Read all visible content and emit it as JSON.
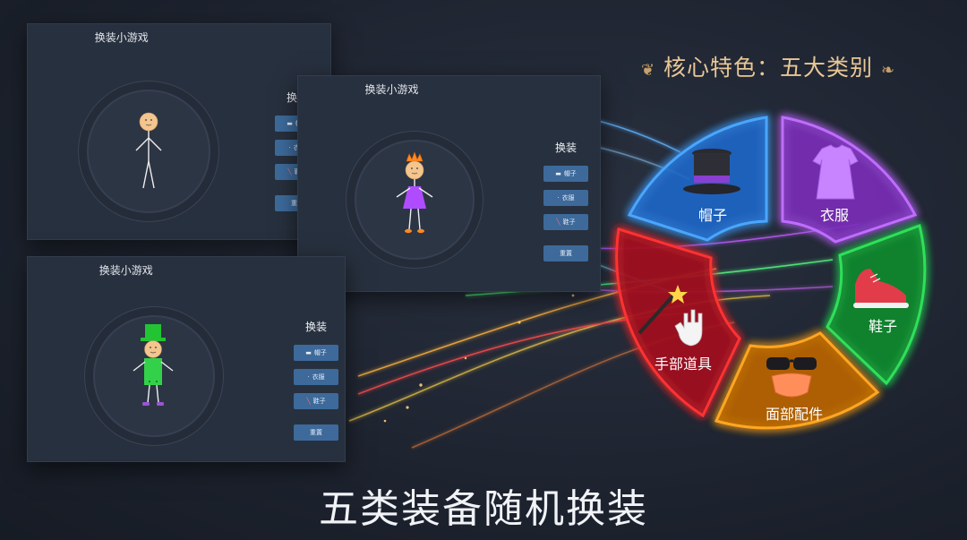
{
  "panels": [
    {
      "title": "换装小游戏",
      "side_title": "换装",
      "buttons": [
        {
          "label": "帽子",
          "icon": "hat-icon"
        },
        {
          "label": "衣服",
          "icon": "shirt-icon"
        },
        {
          "label": "鞋子",
          "icon": "shoe-icon"
        }
      ],
      "reset_label": "重置"
    },
    {
      "title": "换装小游戏",
      "side_title": "换装",
      "buttons": [
        {
          "label": "帽子",
          "icon": "hat-icon"
        },
        {
          "label": "衣服",
          "icon": "shirt-icon"
        },
        {
          "label": "鞋子",
          "icon": "shoe-icon"
        }
      ],
      "reset_label": "重置"
    },
    {
      "title": "换装小游戏",
      "side_title": "换装",
      "buttons": [
        {
          "label": "帽子",
          "icon": "hat-icon"
        },
        {
          "label": "衣服",
          "icon": "shirt-icon"
        },
        {
          "label": "鞋子",
          "icon": "shoe-icon"
        }
      ],
      "reset_label": "重置"
    }
  ],
  "features": {
    "heading": "核心特色：五大类别",
    "categories": [
      {
        "label": "帽子",
        "icon": "top-hat-icon",
        "color": "#2f8fff"
      },
      {
        "label": "衣服",
        "icon": "dress-icon",
        "color": "#b04cff"
      },
      {
        "label": "鞋子",
        "icon": "sneaker-icon",
        "color": "#1fd24a"
      },
      {
        "label": "面部配件",
        "icon": "glasses-mask-icon",
        "color": "#ff9a00"
      },
      {
        "label": "手部道具",
        "icon": "magic-wand-glove-icon",
        "color": "#ff2a2a"
      }
    ]
  },
  "caption": "五类装备随机换装"
}
